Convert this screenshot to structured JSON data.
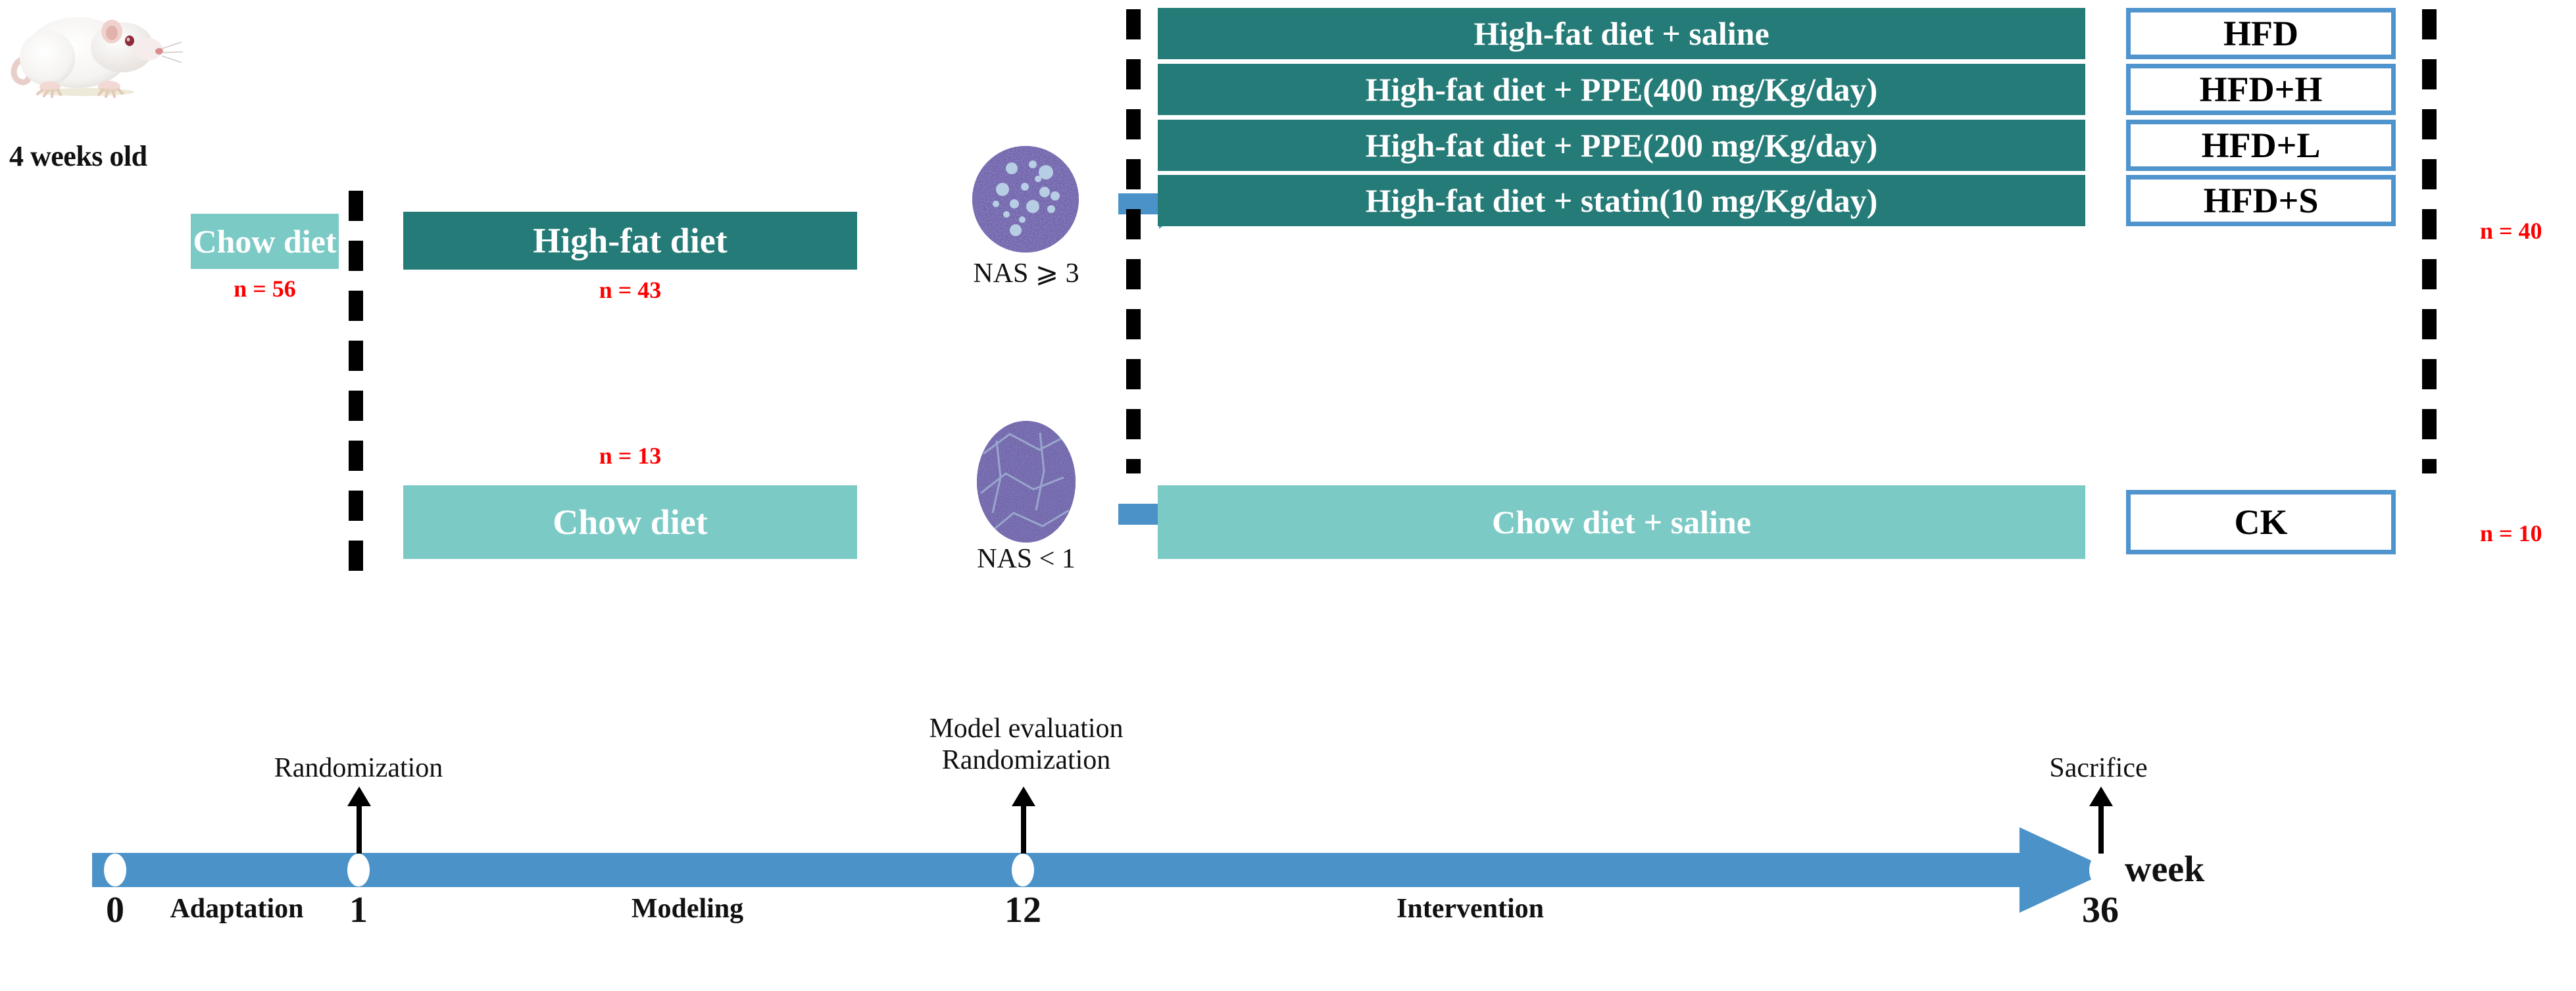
{
  "colors": {
    "teal_dark": "#257b77",
    "teal_light": "#7ccac6",
    "blue_accent": "#4b92c9",
    "blue_border": "#4f94cd",
    "red_count": "#fe0000",
    "histology_purple": "#5d529e"
  },
  "animal": {
    "icon": "white-rat-photo",
    "age_label": "4 weeks old"
  },
  "baseline": {
    "chow": {
      "label": "Chow diet",
      "n": "n = 56"
    }
  },
  "modeling": {
    "high_fat": {
      "label": "High-fat diet",
      "n": "n = 43"
    },
    "chow": {
      "label": "Chow diet",
      "n": "n = 13"
    }
  },
  "histology": {
    "hfd": {
      "icon": "liver-histology-steatosis-circle",
      "criterion": "NAS ⩾ 3"
    },
    "chow": {
      "icon": "liver-histology-normal-circle",
      "criterion": "NAS < 1"
    }
  },
  "arrows": {
    "hfd_arrow": "right-block-arrow",
    "chow_arrow": "right-block-arrow"
  },
  "treatment_groups": [
    {
      "treatment": "High-fat diet + saline",
      "code": "HFD"
    },
    {
      "treatment": "High-fat diet + PPE(400 mg/Kg/day)",
      "code": "HFD+H"
    },
    {
      "treatment": "High-fat diet + PPE(200 mg/Kg/day)",
      "code": "HFD+L"
    },
    {
      "treatment": "High-fat diet + statin(10 mg/Kg/day)",
      "code": "HFD+S"
    }
  ],
  "control_group": {
    "treatment": "Chow diet + saline",
    "code": "CK"
  },
  "totals": {
    "hfd_total": "n = 40",
    "ck_total": "n = 10"
  },
  "timeline": {
    "unit_label": "week",
    "ticks": [
      {
        "week": "0"
      },
      {
        "week": "1"
      },
      {
        "week": "12"
      },
      {
        "week": "36"
      }
    ],
    "events": [
      {
        "label": "Randomization"
      },
      {
        "label_line1": "Model evaluation",
        "label_line2": "Randomization"
      },
      {
        "label": "Sacrifice"
      }
    ],
    "phases": [
      {
        "label": "Adaptation"
      },
      {
        "label": "Modeling"
      },
      {
        "label": "Intervention"
      }
    ]
  }
}
